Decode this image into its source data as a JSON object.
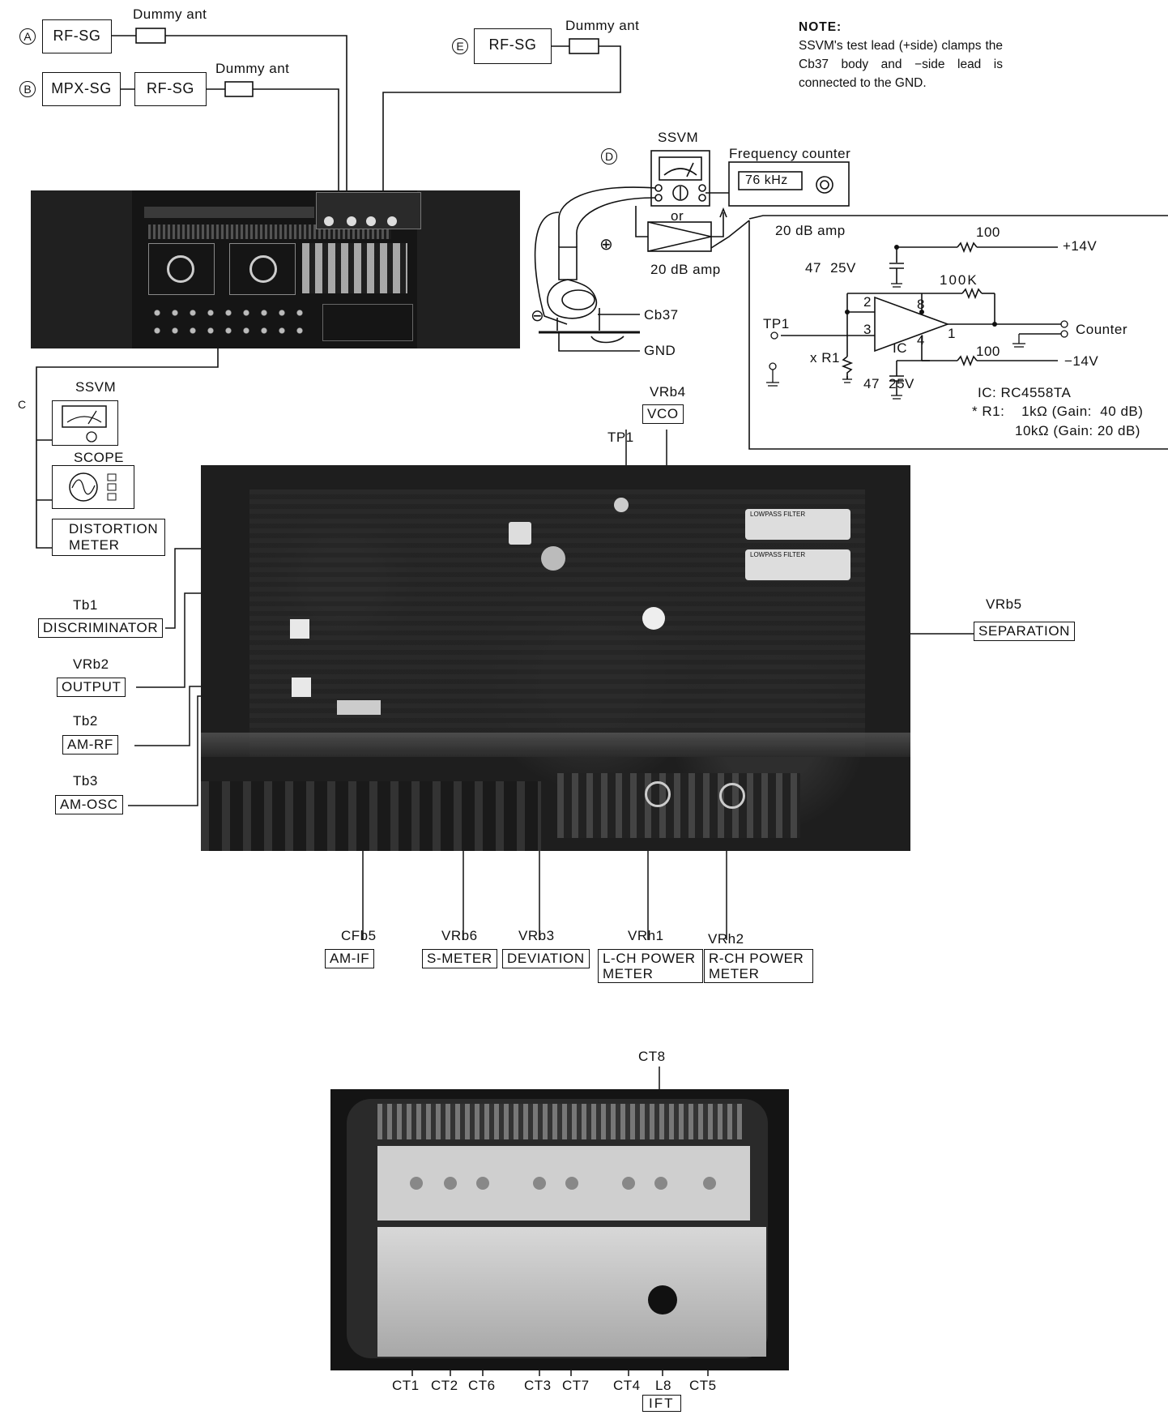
{
  "instruments": {
    "a": {
      "marker": "A",
      "rf_sg": "RF-SG",
      "dummy_ant": "Dummy ant"
    },
    "b": {
      "marker": "B",
      "mpx_sg": "MPX-SG",
      "rf_sg": "RF-SG",
      "dummy_ant": "Dummy ant"
    },
    "e": {
      "marker": "E",
      "rf_sg": "RF-SG",
      "dummy_ant": "Dummy ant"
    },
    "c": {
      "marker": "C",
      "ssvm": "SSVM",
      "scope": "SCOPE",
      "distortion_1": "DISTORTION",
      "distortion_2": "METER"
    },
    "d": {
      "marker": "D",
      "ssvm": "SSVM",
      "freq_counter": "Frequency counter",
      "freq_value": "76 kHz",
      "or": "or",
      "amp_label": "20 dB amp",
      "cb37": "Cb37",
      "gnd": "GND"
    }
  },
  "note": {
    "head": "NOTE:",
    "body": "SSVM's test lead (+side) clamps the Cb37 body and −side lead is connected to the GND."
  },
  "circuit": {
    "title": "20 dB amp",
    "r_top": "100",
    "plus14": "+14V",
    "r_fb": "100K",
    "cap_top": "47  25V",
    "pin2": "2",
    "pin8": "8",
    "pin3": "3",
    "pin4": "4",
    "pin1": "1",
    "ic": "IC",
    "tp1": "TP1",
    "counter": "Counter",
    "r_bottom": "100",
    "minus14": "−14V",
    "xr1": "x R1",
    "cap_bottom": "47  25V",
    "ic_type": "IC:  RC4558TA",
    "r1_line1": "* R1:    1kΩ (Gain:  40 dB)",
    "r1_line2": "10kΩ (Gain:  20 dB)"
  },
  "adjustments": {
    "vrb4": {
      "ref": "VRb4",
      "name": "VCO"
    },
    "tp1": "TP1",
    "tb1": {
      "ref": "Tb1",
      "name": "DISCRIMINATOR"
    },
    "vrb2": {
      "ref": "VRb2",
      "name": "OUTPUT"
    },
    "tb2": {
      "ref": "Tb2",
      "name": "AM-RF"
    },
    "tb3": {
      "ref": "Tb3",
      "name": "AM-OSC"
    },
    "vrb5": {
      "ref": "VRb5",
      "name": "SEPARATION"
    },
    "cfb5": {
      "ref": "CFb5",
      "name": "AM-IF"
    },
    "vrb6": {
      "ref": "VRb6",
      "name": "S-METER"
    },
    "vrb3": {
      "ref": "VRb3",
      "name": "DEVIATION"
    },
    "vrh1": {
      "ref": "VRh1",
      "name_1": "L-CH POWER",
      "name_2": "METER"
    },
    "vrh2": {
      "ref": "VRh2",
      "name_1": "R-CH POWER",
      "name_2": "METER"
    }
  },
  "tuner": {
    "ct8": "CT8",
    "ct1": "CT1",
    "ct2": "CT2",
    "ct6": "CT6",
    "ct3": "CT3",
    "ct7": "CT7",
    "ct4": "CT4",
    "l8": "L8",
    "ct5": "CT5",
    "ift": "IFT"
  },
  "photo_labels": {
    "lowpass1": "LOWPASS FILTER",
    "lowpass2": "LOWPASS FILTER"
  }
}
